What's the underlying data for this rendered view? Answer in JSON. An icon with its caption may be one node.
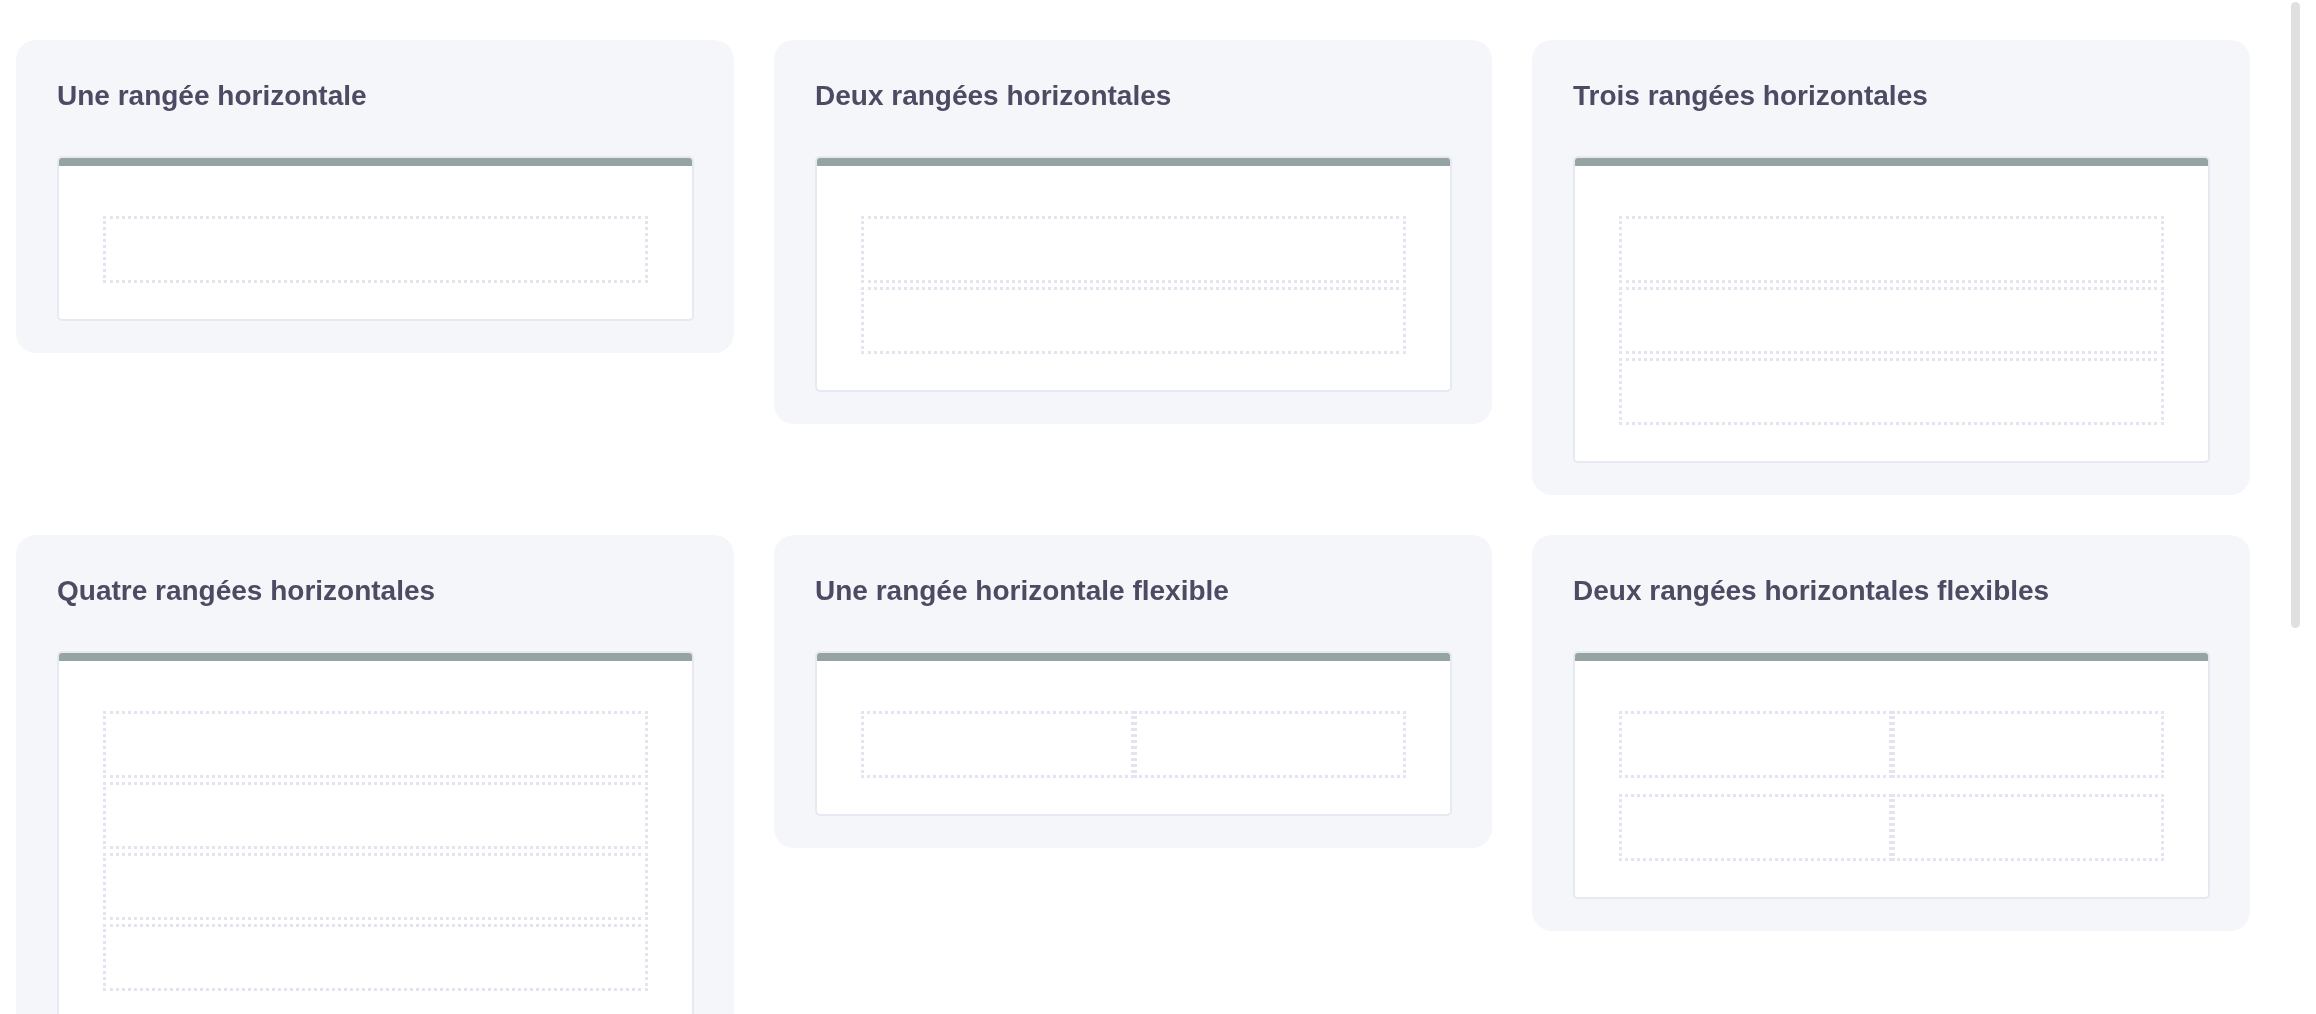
{
  "diagram": {
    "nodes": [
      {
        "text": [
          "Une rangée horizontale"
        ]
      },
      {
        "text": [
          "Deux rangées horizontales"
        ]
      },
      {
        "text": [
          "Trois rangées horizontales"
        ]
      },
      {
        "text": [
          "Quatre rangées horizontales"
        ]
      },
      {
        "text": [
          "Une rangée horizontale flexible"
        ]
      },
      {
        "text": [
          "Deux rangées horizontales flexibles"
        ]
      }
    ]
  }
}
